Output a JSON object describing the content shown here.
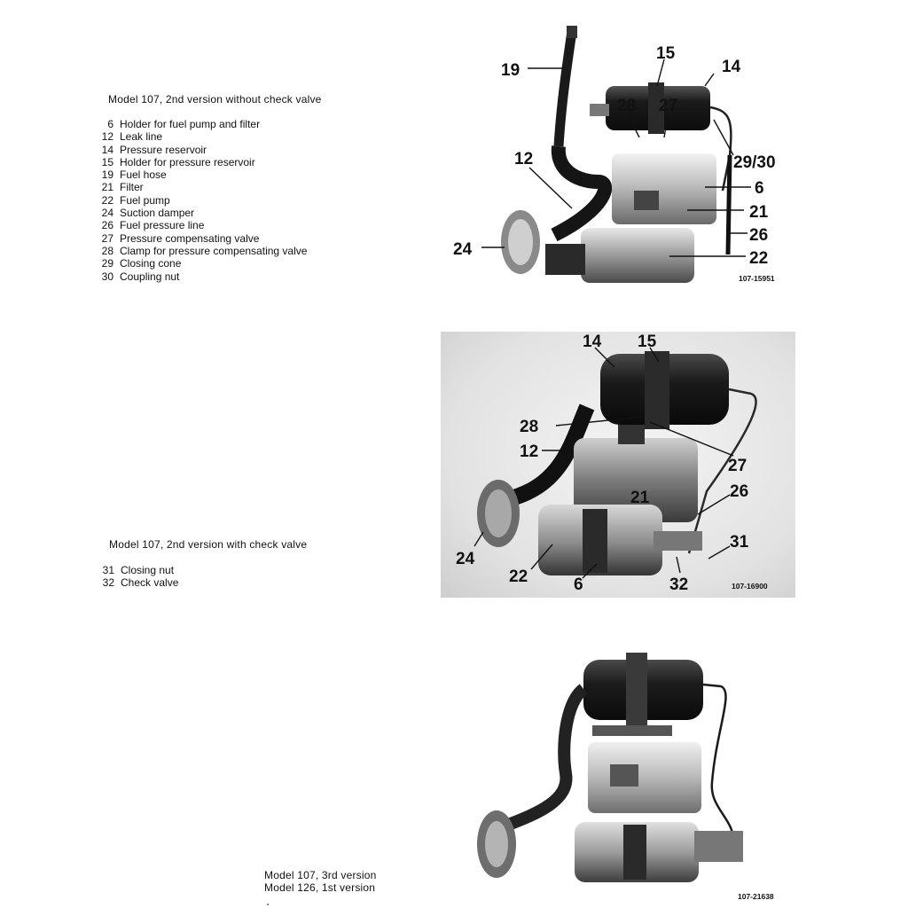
{
  "section1": {
    "caption": "Model 107, 2nd version without check valve",
    "legend": [
      {
        "num": "6",
        "text": "Holder for fuel pump and filter"
      },
      {
        "num": "12",
        "text": "Leak line"
      },
      {
        "num": "14",
        "text": "Pressure reservoir"
      },
      {
        "num": "15",
        "text": "Holder for pressure reservoir"
      },
      {
        "num": "19",
        "text": "Fuel hose"
      },
      {
        "num": "21",
        "text": "Filter"
      },
      {
        "num": "22",
        "text": "Fuel pump"
      },
      {
        "num": "24",
        "text": "Suction damper"
      },
      {
        "num": "26",
        "text": "Fuel pressure line"
      },
      {
        "num": "27",
        "text": "Pressure compensating valve"
      },
      {
        "num": "28",
        "text": "Clamp for pressure compensating valve"
      },
      {
        "num": "29",
        "text": "Closing cone"
      },
      {
        "num": "30",
        "text": "Coupling nut"
      }
    ],
    "figure": {
      "ref": "107-15951",
      "callouts": {
        "c19": "19",
        "c15": "15",
        "c14": "14",
        "c28": "28",
        "c27": "27",
        "c12": "12",
        "c2930": "29/30",
        "c6": "6",
        "c21": "21",
        "c26": "26",
        "c24": "24",
        "c22": "22"
      }
    }
  },
  "section2": {
    "caption": "Model 107, 2nd version with check valve",
    "legend": [
      {
        "num": "31",
        "text": "Closing nut"
      },
      {
        "num": "32",
        "text": "Check valve"
      }
    ],
    "figure": {
      "ref": "107-16900",
      "callouts": {
        "c14": "14",
        "c15": "15",
        "c28": "28",
        "c12": "12",
        "c27": "27",
        "c21": "21",
        "c26": "26",
        "c31": "31",
        "c24": "24",
        "c22": "22",
        "c6": "6",
        "c32": "32"
      }
    }
  },
  "section3": {
    "caption_lines": [
      "Model 107, 3rd version",
      "Model 126, 1st version"
    ],
    "figure": {
      "ref": "107-21638"
    }
  }
}
